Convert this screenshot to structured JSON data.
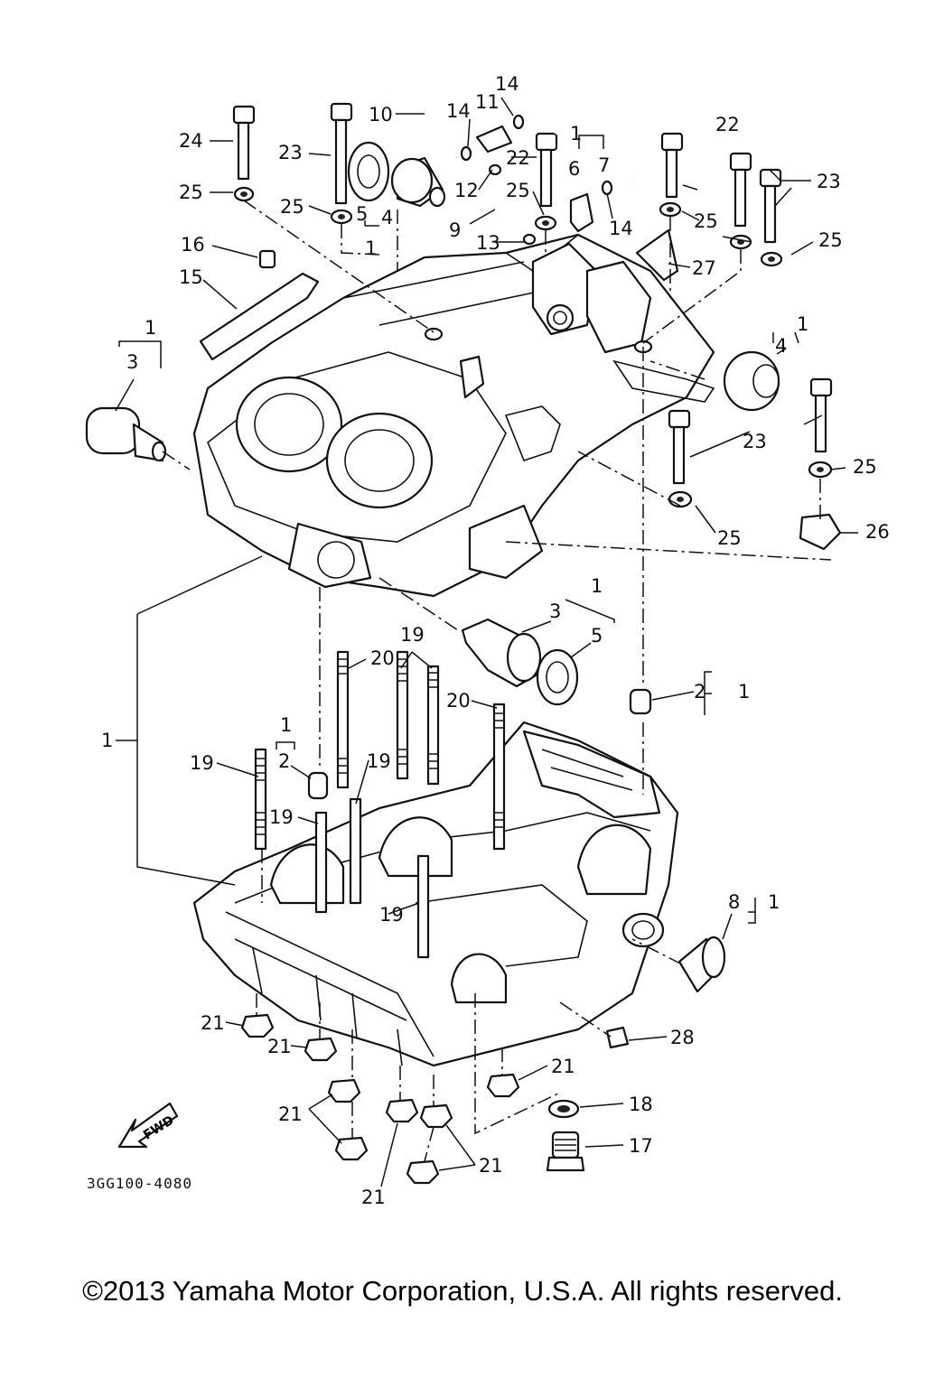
{
  "callouts": [
    {
      "id": "c24",
      "text": "24"
    },
    {
      "id": "c23a",
      "text": "23"
    },
    {
      "id": "c25a",
      "text": "25"
    },
    {
      "id": "c25b",
      "text": "25"
    },
    {
      "id": "c10",
      "text": "10"
    },
    {
      "id": "c14a",
      "text": "14"
    },
    {
      "id": "c14b",
      "text": "14"
    },
    {
      "id": "c11",
      "text": "11"
    },
    {
      "id": "c22a",
      "text": "22"
    },
    {
      "id": "c1a",
      "text": "1"
    },
    {
      "id": "c7",
      "text": "7"
    },
    {
      "id": "c22b",
      "text": "22"
    },
    {
      "id": "c6",
      "text": "6"
    },
    {
      "id": "c12",
      "text": "12"
    },
    {
      "id": "c25c",
      "text": "25"
    },
    {
      "id": "c9",
      "text": "9"
    },
    {
      "id": "c14c",
      "text": "14"
    },
    {
      "id": "c5a",
      "text": "5"
    },
    {
      "id": "c4a",
      "text": "4"
    },
    {
      "id": "c1b",
      "text": "1"
    },
    {
      "id": "c13",
      "text": "13"
    },
    {
      "id": "c23b",
      "text": "23"
    },
    {
      "id": "c25d",
      "text": "25"
    },
    {
      "id": "c25e",
      "text": "25"
    },
    {
      "id": "c27",
      "text": "27"
    },
    {
      "id": "c16",
      "text": "16"
    },
    {
      "id": "c15",
      "text": "15"
    },
    {
      "id": "c1c",
      "text": "1"
    },
    {
      "id": "c3a",
      "text": "3"
    },
    {
      "id": "c1d",
      "text": "1"
    },
    {
      "id": "c4b",
      "text": "4"
    },
    {
      "id": "c23c",
      "text": "23"
    },
    {
      "id": "c25f",
      "text": "25"
    },
    {
      "id": "c25g",
      "text": "25"
    },
    {
      "id": "c26",
      "text": "26"
    },
    {
      "id": "c1e",
      "text": "1"
    },
    {
      "id": "c3b",
      "text": "3"
    },
    {
      "id": "c5b",
      "text": "5"
    },
    {
      "id": "c19a",
      "text": "19"
    },
    {
      "id": "c20a",
      "text": "20"
    },
    {
      "id": "c2a",
      "text": "2"
    },
    {
      "id": "c1f",
      "text": "1"
    },
    {
      "id": "c1g",
      "text": "1"
    },
    {
      "id": "c20b",
      "text": "20"
    },
    {
      "id": "c1h",
      "text": "1"
    },
    {
      "id": "c2b",
      "text": "2"
    },
    {
      "id": "c19b",
      "text": "19"
    },
    {
      "id": "c19c",
      "text": "19"
    },
    {
      "id": "c19d",
      "text": "19"
    },
    {
      "id": "c19e",
      "text": "19"
    },
    {
      "id": "c8",
      "text": "8"
    },
    {
      "id": "c1i",
      "text": "1"
    },
    {
      "id": "c21a",
      "text": "21"
    },
    {
      "id": "c21b",
      "text": "21"
    },
    {
      "id": "c28",
      "text": "28"
    },
    {
      "id": "c21c",
      "text": "21"
    },
    {
      "id": "c18",
      "text": "18"
    },
    {
      "id": "c21d",
      "text": "21"
    },
    {
      "id": "c17",
      "text": "17"
    },
    {
      "id": "c21e",
      "text": "21"
    },
    {
      "id": "c21f",
      "text": "21"
    }
  ],
  "fwd_label": "FWD",
  "reference_code": "3GG100-4080",
  "copyright": "©2013 Yamaha Motor Corporation, U.S.A. All rights reserved."
}
